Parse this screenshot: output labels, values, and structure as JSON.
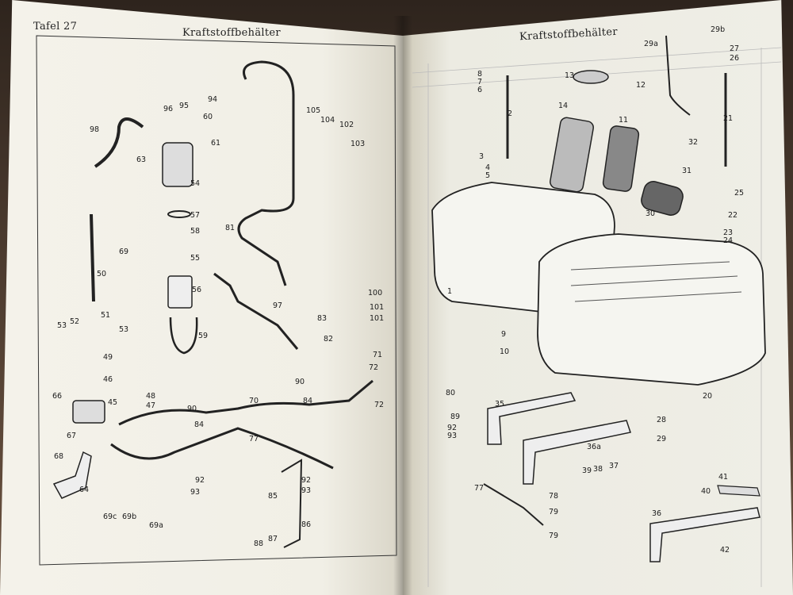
{
  "left_page": {
    "plate": "Tafel 27",
    "title": "Kraftstoffbehälter",
    "callouts": [
      "98",
      "96",
      "95",
      "94",
      "60",
      "61",
      "63",
      "105",
      "104",
      "102",
      "103",
      "54",
      "57",
      "58",
      "55",
      "56",
      "59",
      "81",
      "69",
      "50",
      "51",
      "52",
      "53",
      "53",
      "49",
      "46",
      "97",
      "100",
      "101",
      "101",
      "83",
      "82",
      "71",
      "72",
      "90",
      "66",
      "48",
      "47",
      "45",
      "90",
      "84",
      "70",
      "72",
      "67",
      "68",
      "77",
      "64",
      "84",
      "92",
      "93",
      "69c",
      "69b",
      "69a",
      "85",
      "92",
      "93",
      "86",
      "88",
      "87"
    ]
  },
  "right_page": {
    "title": "Kraftstoffbehälter",
    "callouts": [
      "29b",
      "29a",
      "27",
      "26",
      "8",
      "7",
      "6",
      "13",
      "12",
      "14",
      "2",
      "11",
      "21",
      "32",
      "31",
      "3",
      "4",
      "5",
      "25",
      "22",
      "23",
      "24",
      "30",
      "1",
      "9",
      "10",
      "20",
      "80",
      "89",
      "92",
      "93",
      "35",
      "28",
      "29",
      "36a",
      "77",
      "39",
      "38",
      "37",
      "41",
      "40",
      "78",
      "79",
      "79",
      "36",
      "42"
    ]
  }
}
